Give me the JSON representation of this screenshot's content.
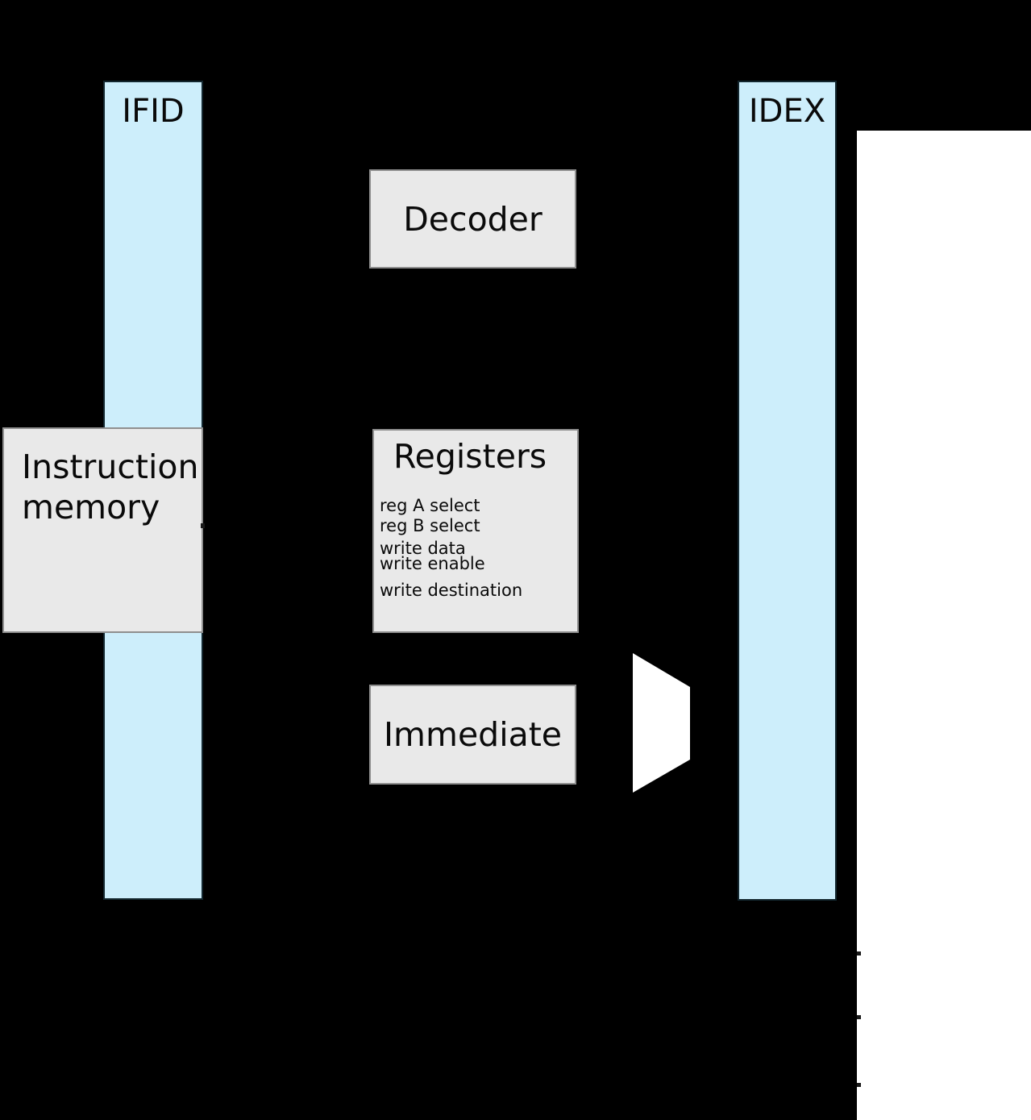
{
  "diagram": {
    "pipeline_registers": [
      {
        "id": "ifid",
        "label": "IFID"
      },
      {
        "id": "idex",
        "label": "IDEX"
      }
    ],
    "blocks": {
      "decoder": {
        "label": "Decoder"
      },
      "instruction_memory": {
        "line1": "Instruction",
        "line2": "memory"
      },
      "registers": {
        "title": "Registers",
        "ports": [
          "reg A select",
          "reg B select",
          "write data",
          "write enable",
          "write destination"
        ]
      },
      "immediate": {
        "label": "Immediate"
      }
    },
    "shapes": {
      "multiplexer": "mux-trapezoid",
      "wire_stub_count": 4
    },
    "colors": {
      "background": "#000000",
      "pipeline_register_fill": "#cdeefb",
      "block_fill": "#e9e9e9",
      "panel_fill": "#ffffff",
      "text": "#0a0a0a"
    }
  }
}
